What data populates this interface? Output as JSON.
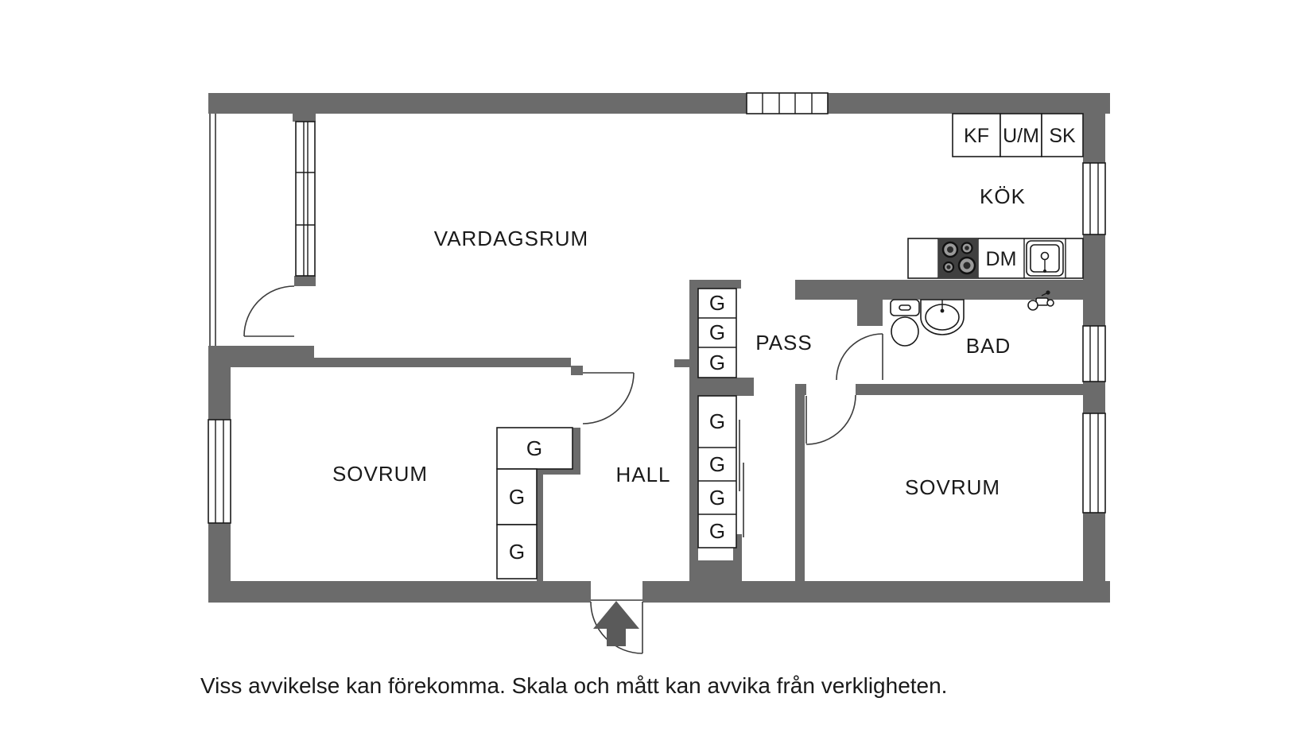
{
  "caption": "Viss avvikelse kan förekomma. Skala och mått kan avvika från verkligheten.",
  "colors": {
    "wall": "#6b6b6b",
    "stove": "#3f3f3f",
    "arrow": "#5a5a5a"
  },
  "rooms": [
    {
      "id": "vardagsrum",
      "label": "VARDAGSRUM"
    },
    {
      "id": "kok",
      "label": "KÖK"
    },
    {
      "id": "pass",
      "label": "PASS"
    },
    {
      "id": "bad",
      "label": "BAD"
    },
    {
      "id": "hall",
      "label": "HALL"
    },
    {
      "id": "sovrum-left",
      "label": "SOVRUM"
    },
    {
      "id": "sovrum-right",
      "label": "SOVRUM"
    }
  ],
  "appliances": [
    {
      "id": "kf",
      "label": "KF"
    },
    {
      "id": "um",
      "label": "U/M"
    },
    {
      "id": "sk",
      "label": "SK"
    },
    {
      "id": "dm",
      "label": "DM"
    }
  ],
  "wardrobes": [
    {
      "label": "G"
    },
    {
      "label": "G"
    },
    {
      "label": "G"
    },
    {
      "label": "G"
    },
    {
      "label": "G"
    },
    {
      "label": "G"
    },
    {
      "label": "G"
    },
    {
      "label": "G"
    },
    {
      "label": "G"
    },
    {
      "label": "G"
    }
  ]
}
